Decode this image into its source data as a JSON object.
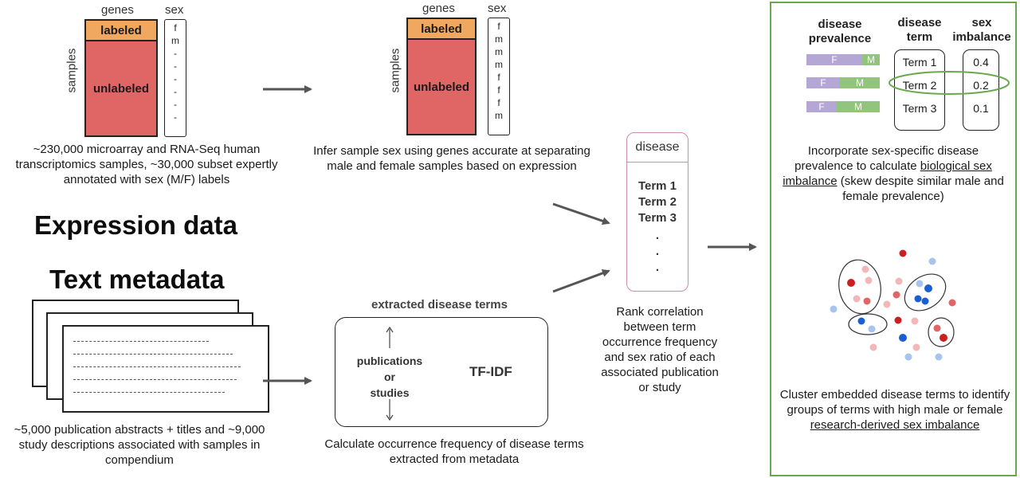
{
  "expression": {
    "genes_label": "genes",
    "sex_label": "sex",
    "samples_label": "samples",
    "labeled": "labeled",
    "unlabeled": "unlabeled",
    "sex_values_left": [
      "f",
      "m",
      "-",
      "-",
      "-",
      "-",
      "-",
      "-"
    ],
    "sex_values_right": [
      "f",
      "m",
      "m",
      "m",
      "f",
      "f",
      "f",
      "m"
    ],
    "caption_left": "~230,000 microarray and RNA-Seq human transcriptomics samples, ~30,000 subset expertly annotated with sex (M/F) labels",
    "caption_mid": "Infer sample sex using genes accurate at separating male and female samples based on expression",
    "title": "Expression data"
  },
  "text": {
    "title": "Text metadata",
    "caption_docs": "~5,000 publication abstracts + titles and ~9,000 study descriptions associated with samples in compendium",
    "extracted_label": "extracted disease terms",
    "pub_label": [
      "publications",
      "or",
      "studies"
    ],
    "tfidf": "TF-IDF",
    "caption_tfidf": "Calculate occurrence frequency of disease terms extracted from metadata"
  },
  "disease_col": {
    "header": "disease",
    "terms": [
      "Term 1",
      "Term 2",
      "Term 3"
    ],
    "dots": [
      ".",
      ".",
      "."
    ],
    "caption": "Rank correlation between term occurrence frequency and sex ratio of each associated publication or study"
  },
  "right_panel": {
    "hdr_prevalence": "disease prevalence",
    "hdr_term": "disease term",
    "hdr_imbalance": "sex imbalance",
    "bar_f": "F",
    "bar_m": "M",
    "terms": [
      "Term 1",
      "Term 2",
      "Term 3"
    ],
    "imbalances": [
      "0.4",
      "0.2",
      "0.1"
    ],
    "caption1_pre": "Incorporate sex-specific disease prevalence to calculate ",
    "caption1_u": "biological sex imbalance",
    "caption1_post": " (skew despite similar male and female prevalence)",
    "caption2_pre": "Cluster embedded disease terms to identify groups of terms with high male or female ",
    "caption2_u": "research-derived sex imbalance",
    "border_color": "#6aa84f"
  }
}
